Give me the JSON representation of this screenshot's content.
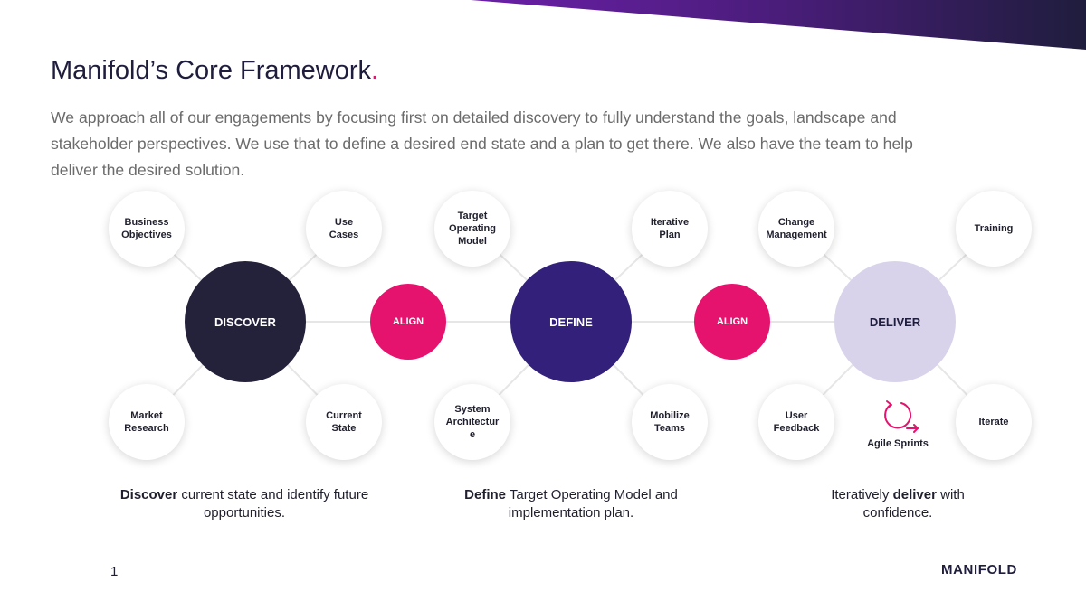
{
  "slide": {
    "title": "Manifold’s Core Framework",
    "title_accent": ".",
    "subtitle": "We approach all of our engagements by focusing first on detailed discovery to fully understand the goals, landscape and stakeholder perspectives. We use that to define a desired end state and a plan to get there. We also have the team to help deliver the desired solution.",
    "page_number": "1",
    "logo": "MANIFOLD"
  },
  "colors": {
    "discover": "#24213a",
    "define": "#33207a",
    "deliver": "#d8d3ea",
    "align": "#e5136d",
    "band_start": "#6b1fa8",
    "band_end": "#1f1d3d",
    "connector": "#e6e6e6"
  },
  "diagram": {
    "discover": {
      "hub": "DISCOVER",
      "top_left": "Business\nObjectives",
      "top_right": "Use\nCases",
      "bottom_left": "Market\nResearch",
      "bottom_right": "Current\nState"
    },
    "align_1": "ALIGN",
    "define": {
      "hub": "DEFINE",
      "top_left": "Target\nOperating\nModel",
      "top_right": "Iterative\nPlan",
      "bottom_left": "System\nArchitectur\ne",
      "bottom_right": "Mobilize\nTeams"
    },
    "align_2": "ALIGN",
    "deliver": {
      "hub": "DELIVER",
      "top_left": "Change\nManagement",
      "top_right": "Training",
      "bottom_left": "User\nFeedback",
      "bottom_right": "Iterate",
      "sprint_label": "Agile Sprints",
      "sprint_icon": "cycle-arrow-icon"
    }
  },
  "captions": {
    "discover_bold": "Discover",
    "discover_rest": " current state and identify future opportunities.",
    "define_bold": "Define",
    "define_rest": " Target Operating Model and implementation plan.",
    "deliver_pre": "Iteratively ",
    "deliver_bold": "deliver",
    "deliver_rest": " with confidence."
  }
}
